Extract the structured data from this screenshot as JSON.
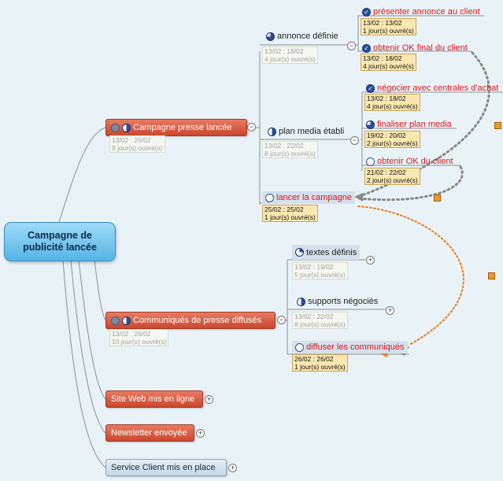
{
  "central": {
    "line1": "Campagne de",
    "line2": "publicité lancée"
  },
  "branch1": {
    "label": "Campagne presse lancée",
    "dates": "13/02 : 25/02",
    "duration": "9 jour(s) ouvré(s)",
    "annonce": {
      "label": "annonce définie",
      "dates": "13/02 : 18/02",
      "duration": "4 jour(s) ouvré(s)",
      "t1": {
        "label": "présenter annonce au client",
        "dates": "13/02 : 13/02",
        "duration": "1 jour(s) ouvré(s)"
      },
      "t2": {
        "label": "obtenir OK final du client",
        "dates": "13/02 : 18/02",
        "duration": "4 jour(s) ouvré(s)"
      }
    },
    "media": {
      "label": "plan media établi",
      "dates": "13/02 : 22/02",
      "duration": "8 jour(s) ouvré(s)",
      "t1": {
        "label": "négocier avec centrales d'achat",
        "dates": "13/02 : 18/02",
        "duration": "4 jour(s) ouvré(s)"
      },
      "t2": {
        "label": "finaliser plan media",
        "dates": "19/02 : 20/02",
        "duration": "2 jour(s) ouvré(s)"
      },
      "t3": {
        "label": "obtenir OK du client",
        "dates": "21/02 : 22/02",
        "duration": "2 jour(s) ouvré(s)"
      }
    },
    "lancer": {
      "label": "lancer la campagne",
      "dates": "25/02 : 25/02",
      "duration": "1 jour(s) ouvré(s)"
    }
  },
  "branch2": {
    "label": "Communiqués de presse diffusés",
    "dates": "13/02 : 26/02",
    "duration": "10 jour(s) ouvré(s)",
    "textes": {
      "label": "textes définis",
      "dates": "13/02 : 19/02",
      "duration": "5 jour(s) ouvré(s)"
    },
    "supports": {
      "label": "supports négociés",
      "dates": "13/02 : 22/02",
      "duration": "8 jour(s) ouvré(s)"
    },
    "diffuser": {
      "label": "diffuser les communiqués",
      "dates": "26/02 : 26/02",
      "duration": "1 jour(s) ouvré(s)"
    }
  },
  "branch3": {
    "label": "Site Web mis en ligne"
  },
  "branch4": {
    "label": "Newsletter envoyée"
  },
  "branch5": {
    "label": "Service Client mis en place"
  },
  "toggles": {
    "minus": "−",
    "plus": "+"
  },
  "icons": {
    "done": "check-circle-icon",
    "half": "half-progress-icon",
    "empty": "not-started-icon",
    "three": "three-quarter-progress-icon",
    "quarter": "quarter-progress-icon",
    "link_chip": "relationship-chip-icon"
  },
  "colors": {
    "main_branch": "#d2543a",
    "central": "#6cc0ec",
    "late_task_text": "#e0161b",
    "dependency_link": "#888888",
    "critical_link": "#f07a20"
  }
}
